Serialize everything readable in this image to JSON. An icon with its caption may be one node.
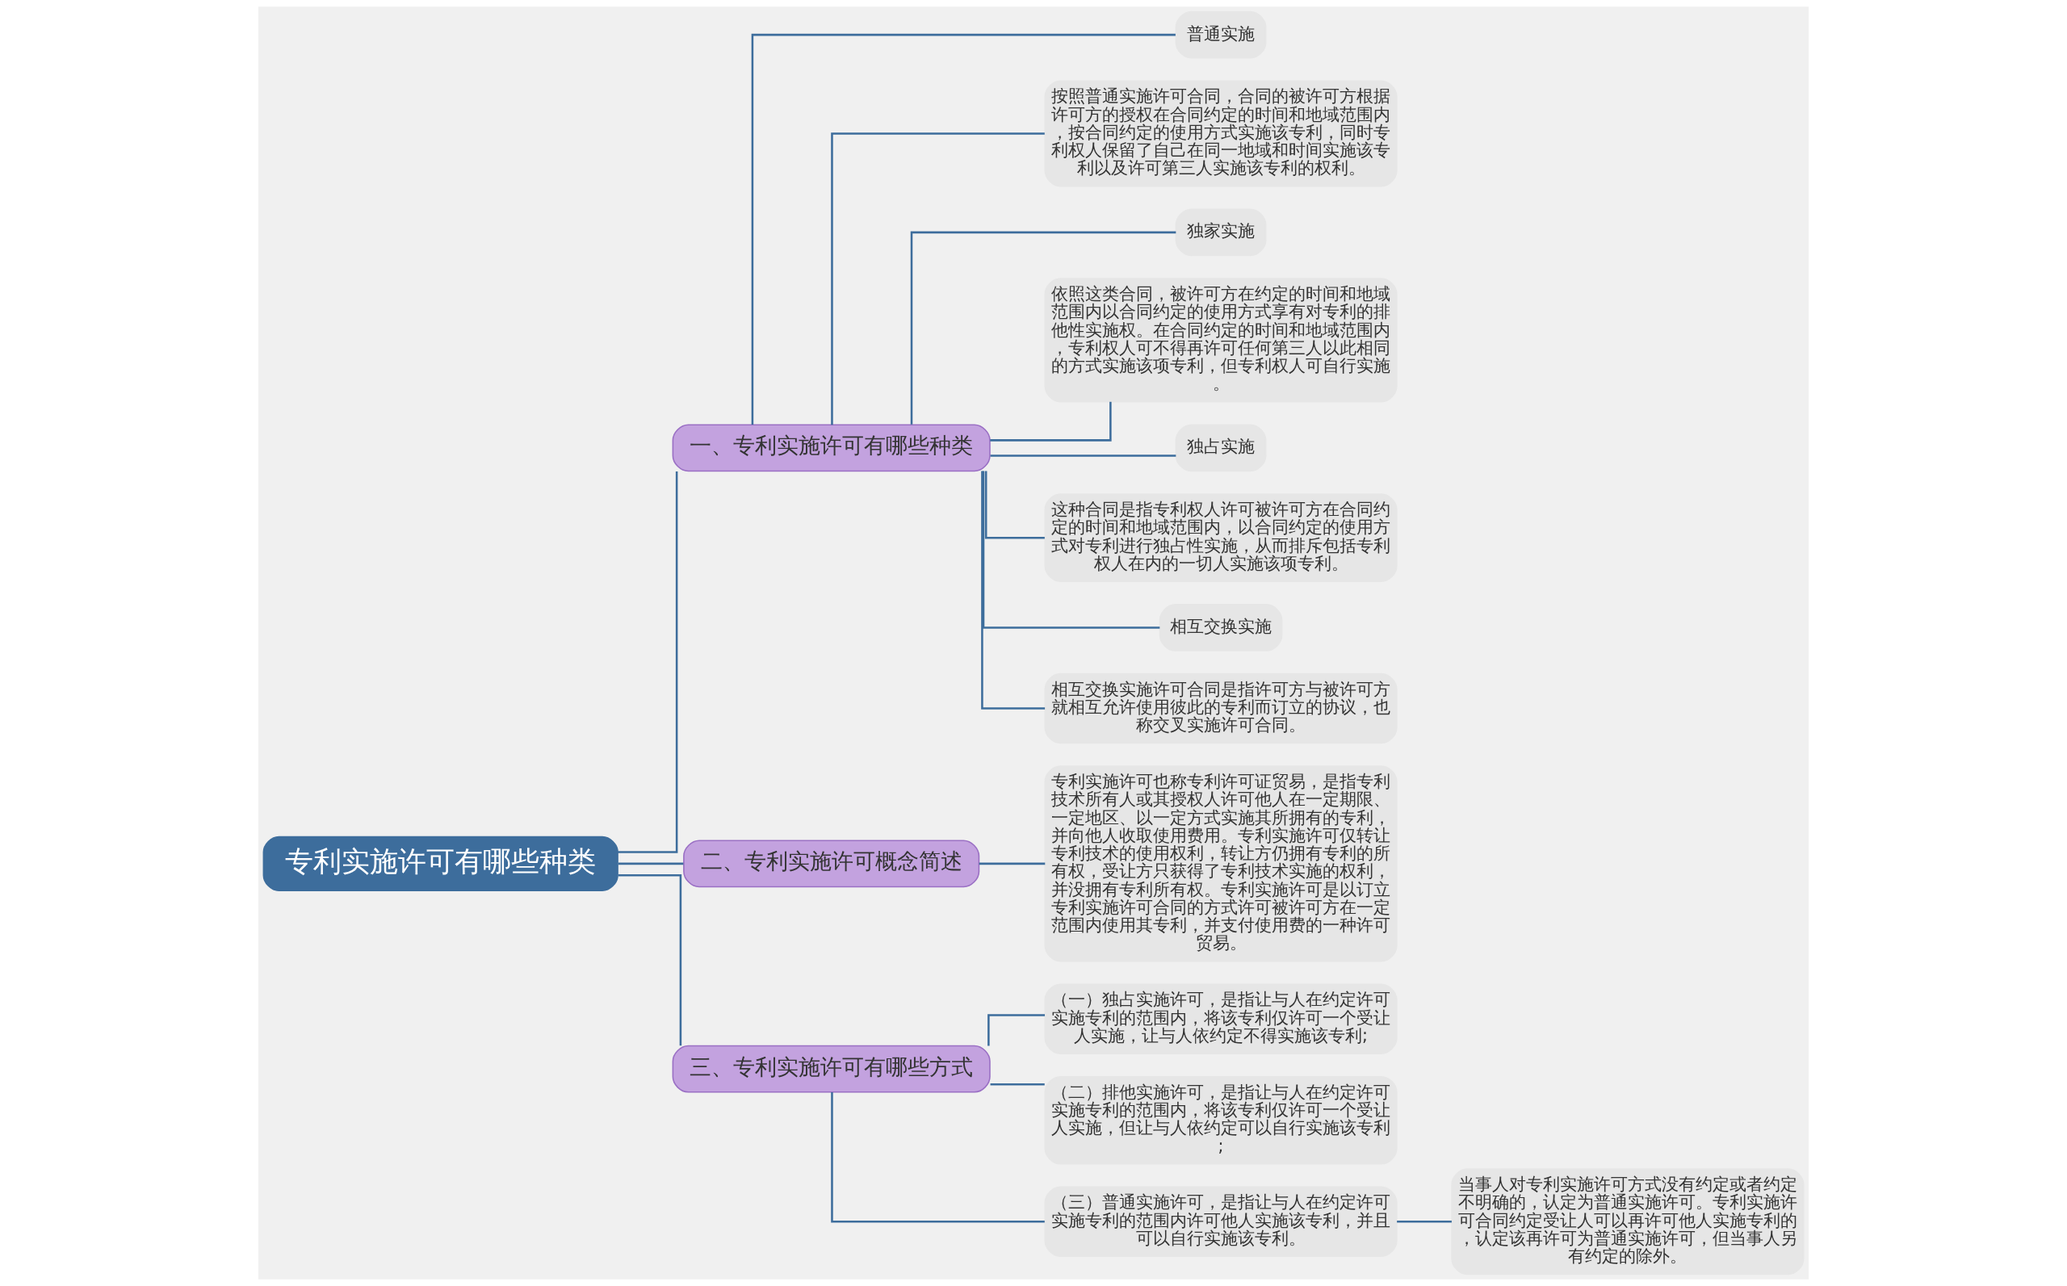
{
  "diagram": {
    "nodes": [
      {
        "text": [
          "专利实施许可有哪些种类"
        ]
      },
      {
        "text": [
          "一、专利实施许可有哪些种类"
        ]
      },
      {
        "text": [
          "普通实施"
        ]
      },
      {
        "text": [
          "按照普通实施许可合同，合同的被许可方根据许可方的授权在合同约定的时间和地域范围内，按合同约定的使用方式实施该专利，同时专利权人保留了自己在同一地域和时间实施该专利以及许可第三人实施该专利的权利。"
        ]
      },
      {
        "text": [
          "独家实施"
        ]
      },
      {
        "text": [
          "依照这类合同，被许可方在约定的时间和地域范围内以合同约定的使用方式享有对专利的排他性实施权。在合同约定的时间和地域范围内，专利权人可不得再许可任何第三人以此相同的方式实施该项专利，但专利权人可自行实施。"
        ]
      },
      {
        "text": [
          "独占实施"
        ]
      },
      {
        "text": [
          "这种合同是指专利权人许可被许可方在合同约定的时间和地域范围内，以合同约定的使用方式对专利进行独占性实施，从而排斥包括专利权人在内的一切人实施该项专利。"
        ]
      },
      {
        "text": [
          "相互交换实施"
        ]
      },
      {
        "text": [
          "相互交换实施许可合同是指许可方与被许可方就相互允许使用彼此的专利而订立的协议，也称交叉实施许可合同。"
        ]
      },
      {
        "text": [
          "二、专利实施许可概念简述"
        ]
      },
      {
        "text": [
          "专利实施许可也称专利许可证贸易，是指专利技术所有人或其授权人许可他人在一定期限、一定地区、以一定方式实施其所拥有的专利，并向他人收取使用费用。专利实施许可仅转让专利技术的使用权利，转让方仍拥有专利的所有权，受让方只获得了专利技术实施的权利，并没拥有专利所有权。专利实施许可是以订立专利实施许可合同的方式许可被许可方在一定范围内使用其专利，并支付使用费的一种许可贸易。"
        ]
      },
      {
        "text": [
          "三、专利实施许可有哪些方式"
        ]
      },
      {
        "text": [
          "（一）独占实施许可，是指让与人在约定许可实施专利的范围内，将该专利仅许可一个受让人实施，让与人依约定不得实施该专利;"
        ]
      },
      {
        "text": [
          "（二）排他实施许可，是指让与人在约定许可实施专利的范围内，将该专利仅许可一个受让人实施，但让与人依约定可以自行实施该专利;"
        ]
      },
      {
        "text": [
          "（三）普通实施许可，是指让与人在约定许可实施专利的范围内许可他人实施该专利，并且可以自行实施该专利。"
        ]
      },
      {
        "text": [
          "当事人对专利实施许可方式没有约定或者约定不明确的，认定为普通实施许可。专利实施许可合同约定受让人可以再许可他人实施专利的，认定该再许可为普通实施许可，但当事人另有约定的除外。"
        ]
      }
    ],
    "edges": [
      {
        "from": 0,
        "to": 1,
        "arrow": "none"
      },
      {
        "from": 1,
        "to": 2,
        "arrow": "none"
      },
      {
        "from": 1,
        "to": 3,
        "arrow": "none"
      },
      {
        "from": 1,
        "to": 4,
        "arrow": "none"
      },
      {
        "from": 1,
        "to": 5,
        "arrow": "none"
      },
      {
        "from": 1,
        "to": 6,
        "arrow": "none"
      },
      {
        "from": 1,
        "to": 7,
        "arrow": "none"
      },
      {
        "from": 1,
        "to": 8,
        "arrow": "none"
      },
      {
        "from": 1,
        "to": 9,
        "arrow": "none"
      },
      {
        "from": 0,
        "to": 10,
        "arrow": "none"
      },
      {
        "from": 10,
        "to": 11,
        "arrow": "none"
      },
      {
        "from": 0,
        "to": 12,
        "arrow": "none"
      },
      {
        "from": 12,
        "to": 13,
        "arrow": "none"
      },
      {
        "from": 12,
        "to": 14,
        "arrow": "none"
      },
      {
        "from": 12,
        "to": 15,
        "arrow": "none"
      },
      {
        "from": 15,
        "to": 16,
        "arrow": "none"
      }
    ]
  }
}
